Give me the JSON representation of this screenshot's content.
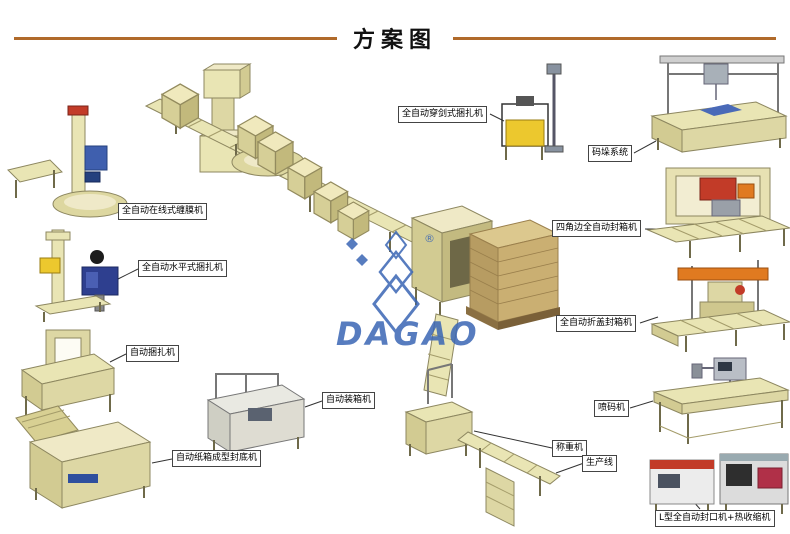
{
  "page": {
    "title": "方案图",
    "watermark": "DAGAO",
    "trademark": "®"
  },
  "labels": [
    {
      "id": "inline-wrapper",
      "text": "全自动在线式缠膜机"
    },
    {
      "id": "horizontal-strapper",
      "text": "全自动水平式捆扎机"
    },
    {
      "id": "auto-strapper",
      "text": "自动捆扎机"
    },
    {
      "id": "carton-former",
      "text": "自动纸箱成型封底机"
    },
    {
      "id": "case-packer",
      "text": "自动装箱机"
    },
    {
      "id": "sword-strapper",
      "text": "全自动穿剑式捆扎机"
    },
    {
      "id": "palletizing-system",
      "text": "码垛系统"
    },
    {
      "id": "four-corner-sealer",
      "text": "四角边全自动封箱机"
    },
    {
      "id": "flap-fold-sealer",
      "text": "全自动折盖封箱机"
    },
    {
      "id": "inkjet-printer",
      "text": "喷码机"
    },
    {
      "id": "weighing-machine",
      "text": "称重机"
    },
    {
      "id": "production-line",
      "text": "生产线"
    },
    {
      "id": "l-sealer-shrink",
      "text": "L型全自动封口机+热收缩机"
    }
  ],
  "colors": {
    "accent_rule": "#b06a2a",
    "machine_body": "#e9e5b4",
    "watermark_blue": "#3a66b5",
    "red_accent": "#c23b28",
    "orange_accent": "#e07a20",
    "yellow_accent": "#ecc82e",
    "blue_accent": "#3f5fae"
  }
}
